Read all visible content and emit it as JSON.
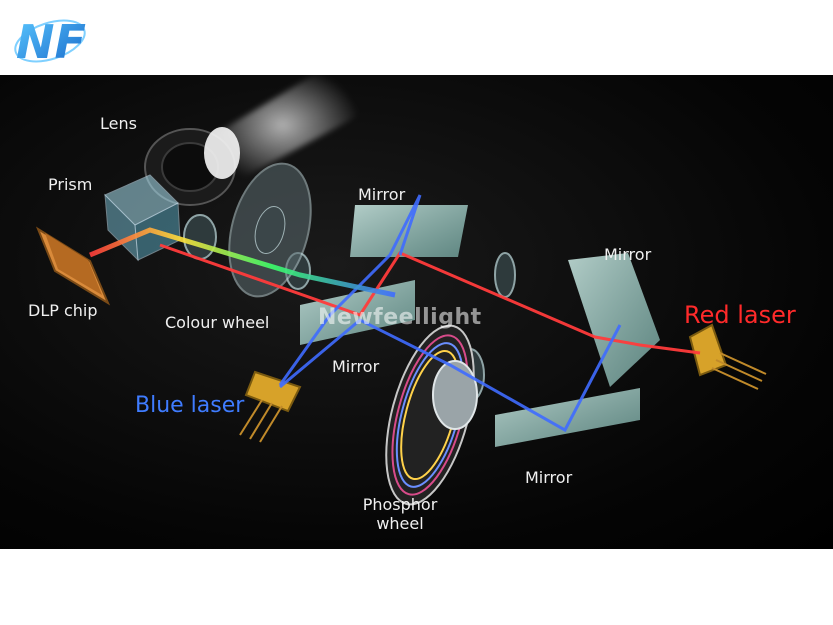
{
  "logo": {
    "text": "NF"
  },
  "watermark": "Newfeellight",
  "labels": {
    "lens": "Lens",
    "prism": "Prism",
    "dlp_chip": "DLP chip",
    "colour_wheel": "Colour wheel",
    "mirror_top": "Mirror",
    "mirror_right": "Mirror",
    "mirror_center": "Mirror",
    "mirror_bottom": "Mirror",
    "red_laser": "Red laser",
    "blue_laser": "Blue laser",
    "phosphor_line1": "Phosphor",
    "phosphor_line2": "wheel"
  },
  "colors": {
    "red_beam": "#ff3b3b",
    "blue_beam": "#3f6bff",
    "red_label": "#ff2a2a",
    "blue_label": "#3f7cff",
    "logo_blue": "#1e9be8"
  }
}
